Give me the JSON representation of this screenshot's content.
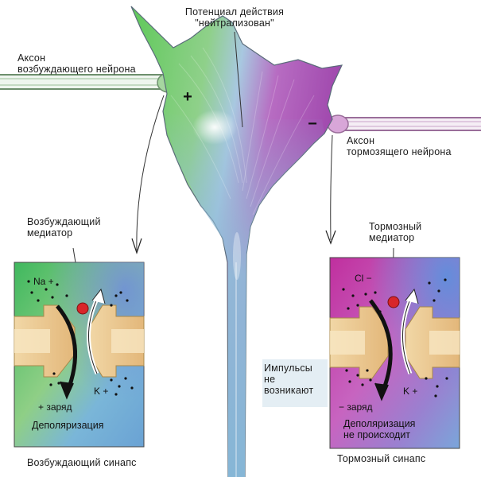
{
  "diagram": {
    "labels": {
      "ap_line1": "Потенциал действия",
      "ap_line2": "\"нейтрализован\"",
      "exc_axon_line1": "Аксон",
      "exc_axon_line2": "возбуждающего нейрона",
      "inh_axon_line1": "Аксон",
      "inh_axon_line2": "тормозящего нейрона",
      "exc_mediator_line1": "Возбуждающий",
      "exc_mediator_line2": "медиатор",
      "inh_mediator_line1": "Тормозный",
      "inh_mediator_line2": "медиатор",
      "impulses_line1": "Импульсы",
      "impulses_line2": "не",
      "impulses_line3": "возникают",
      "plus_sign": "+",
      "minus_sign": "−"
    },
    "excitatory_panel": {
      "ion": "Na +",
      "ion_k": "K +",
      "charge": "+ заряд",
      "state": "Деполяризация",
      "caption": "Возбуждающий синапс"
    },
    "inhibitory_panel": {
      "ion": "Cl −",
      "ion_k": "K +",
      "charge": "− заряд",
      "state_line1": "Деполяризация",
      "state_line2": "не происходит",
      "caption": "Тормозный синапс"
    },
    "colors": {
      "excitatory": "#5cc45a",
      "inhibitory": "#b14bb4",
      "soma_blue": "#8fbcd8",
      "terminal": "#e8c58a",
      "mediator": "#d8262a"
    }
  }
}
